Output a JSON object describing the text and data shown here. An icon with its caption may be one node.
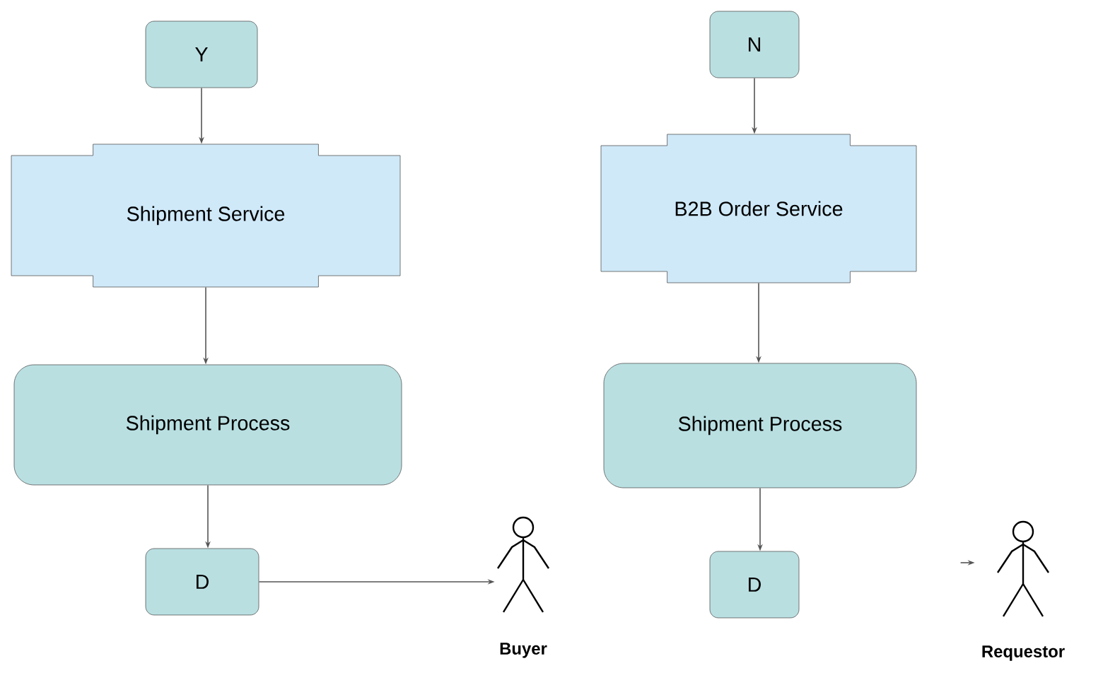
{
  "diagram": {
    "nodes": [
      {
        "text": [
          "Y"
        ]
      },
      {
        "text": [
          "Shipment Service"
        ]
      },
      {
        "text": [
          "Shipment Process"
        ]
      },
      {
        "text": [
          "D"
        ]
      },
      {
        "text": [
          "Buyer"
        ]
      },
      {
        "text": [
          "N"
        ]
      },
      {
        "text": [
          "B2B Order Service"
        ]
      },
      {
        "text": [
          "Shipment Process"
        ]
      },
      {
        "text": [
          "D"
        ]
      },
      {
        "text": [
          "Requestor"
        ]
      }
    ],
    "edges": [
      {
        "from": 0,
        "to": 1,
        "arrow": "to"
      },
      {
        "from": 1,
        "to": 2,
        "arrow": "to"
      },
      {
        "from": 2,
        "to": 3,
        "arrow": "to"
      },
      {
        "from": 3,
        "to": 4,
        "arrow": "to"
      },
      {
        "from": 5,
        "to": 6,
        "arrow": "to"
      },
      {
        "from": 6,
        "to": 7,
        "arrow": "to"
      },
      {
        "from": 7,
        "to": 8,
        "arrow": "to"
      },
      {
        "from": null,
        "to": 9,
        "arrow": "to"
      }
    ]
  }
}
